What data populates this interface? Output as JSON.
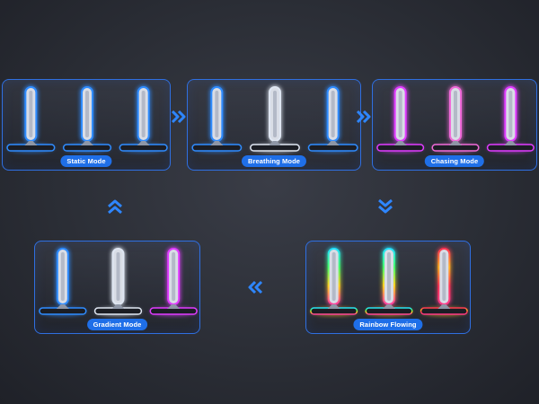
{
  "modes": [
    {
      "label": "Static Mode",
      "bars": [
        "blue",
        "blue",
        "blue"
      ]
    },
    {
      "label": "Breathing Mode",
      "bars": [
        "blue",
        "white",
        "blue"
      ]
    },
    {
      "label": "Chasing Mode",
      "bars": [
        "magenta",
        "pink",
        "magenta"
      ]
    },
    {
      "label": "Gradient Mode",
      "bars": [
        "blue",
        "white",
        "magenta"
      ]
    },
    {
      "label": "Rainbow Flowing",
      "bars": [
        "rainbow",
        "rainbow",
        "rainbow"
      ]
    }
  ],
  "colors": {
    "accent": "#1f6fe8",
    "panel_border": "#2f6fe0",
    "arrow": "#2e86ff",
    "blue_glow": "#2f8cff",
    "white_glow": "#dfe6f2",
    "magenta_glow": "#e03cff",
    "pink_glow": "#f06ad8"
  },
  "arrow_icon": "double-chevron-icon"
}
